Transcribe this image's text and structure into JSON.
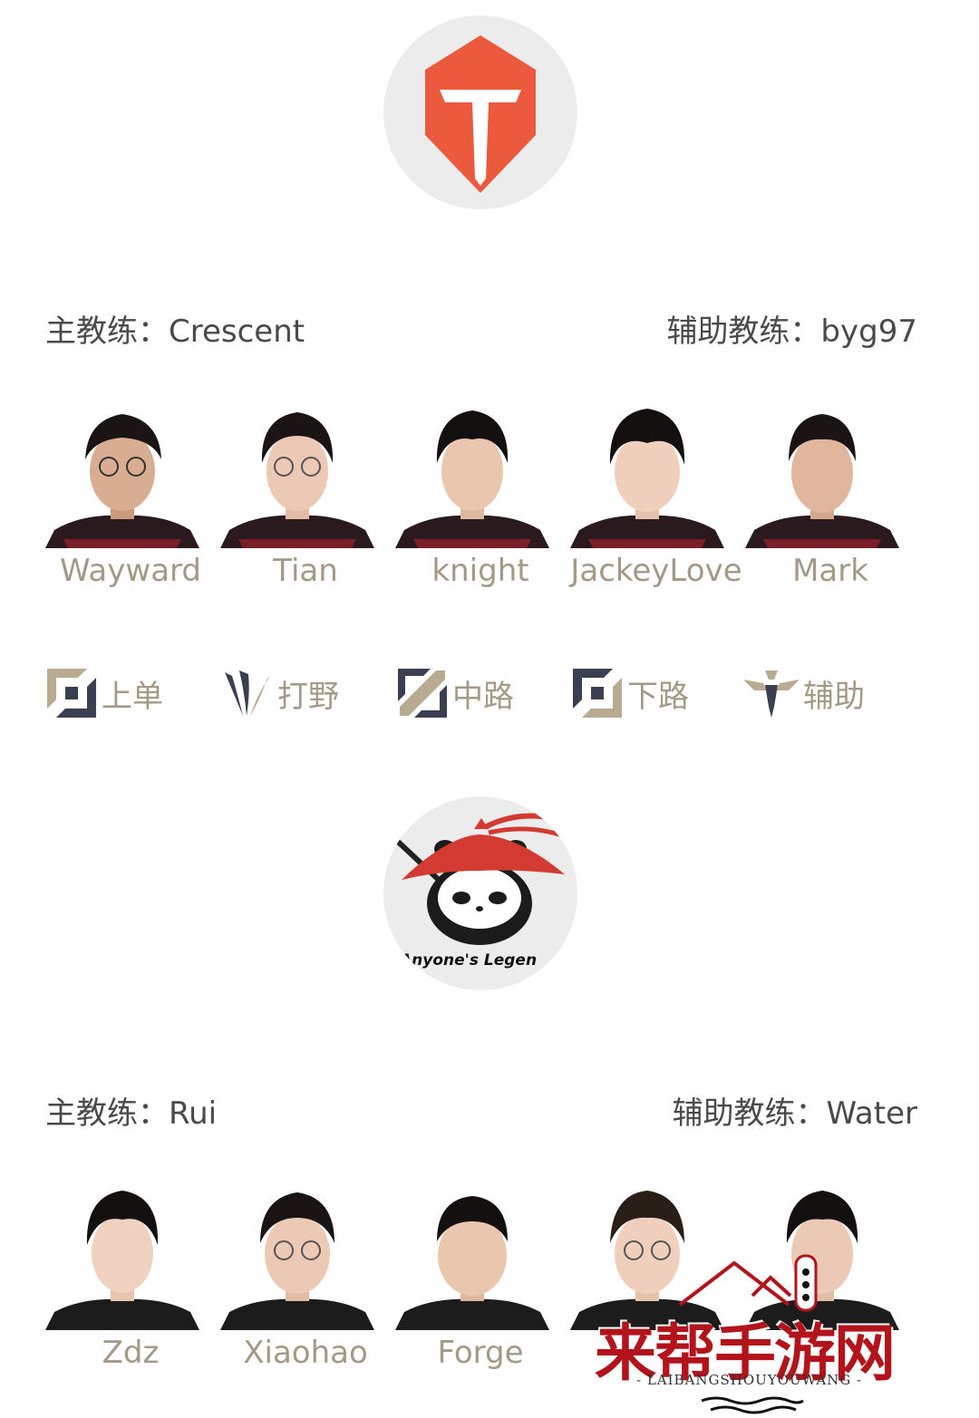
{
  "teams": [
    {
      "logo_icon": "tes-logo-icon",
      "head_coach": "主教练：Crescent",
      "assistant_coach": "辅助教练：byg97",
      "players": [
        "Wayward",
        "Tian",
        "knight",
        "JackeyLove",
        "Mark"
      ]
    },
    {
      "logo_icon": "al-panda-logo-icon",
      "logo_text": "Anyone's Legen",
      "head_coach": "主教练：Rui",
      "assistant_coach": "辅助教练：Water",
      "players": [
        "Zdz",
        "Xiaohao",
        "Forge"
      ]
    }
  ],
  "roles": [
    {
      "icon": "top-lane-icon",
      "label": "上单"
    },
    {
      "icon": "jungle-icon",
      "label": "打野"
    },
    {
      "icon": "mid-lane-icon",
      "label": "中路"
    },
    {
      "icon": "bot-lane-icon",
      "label": "下路"
    },
    {
      "icon": "support-icon",
      "label": "辅助"
    }
  ],
  "watermark": {
    "title": "来帮手游网",
    "subtitle": "- LAIBANGSHOUYOUWANG -"
  },
  "colors": {
    "tes_orange": "#ec5a3d",
    "name_tan": "#a29a86",
    "coach_text": "#4a4a4a",
    "role_dark": "#3a3f52",
    "watermark_red": "#b3141b"
  }
}
